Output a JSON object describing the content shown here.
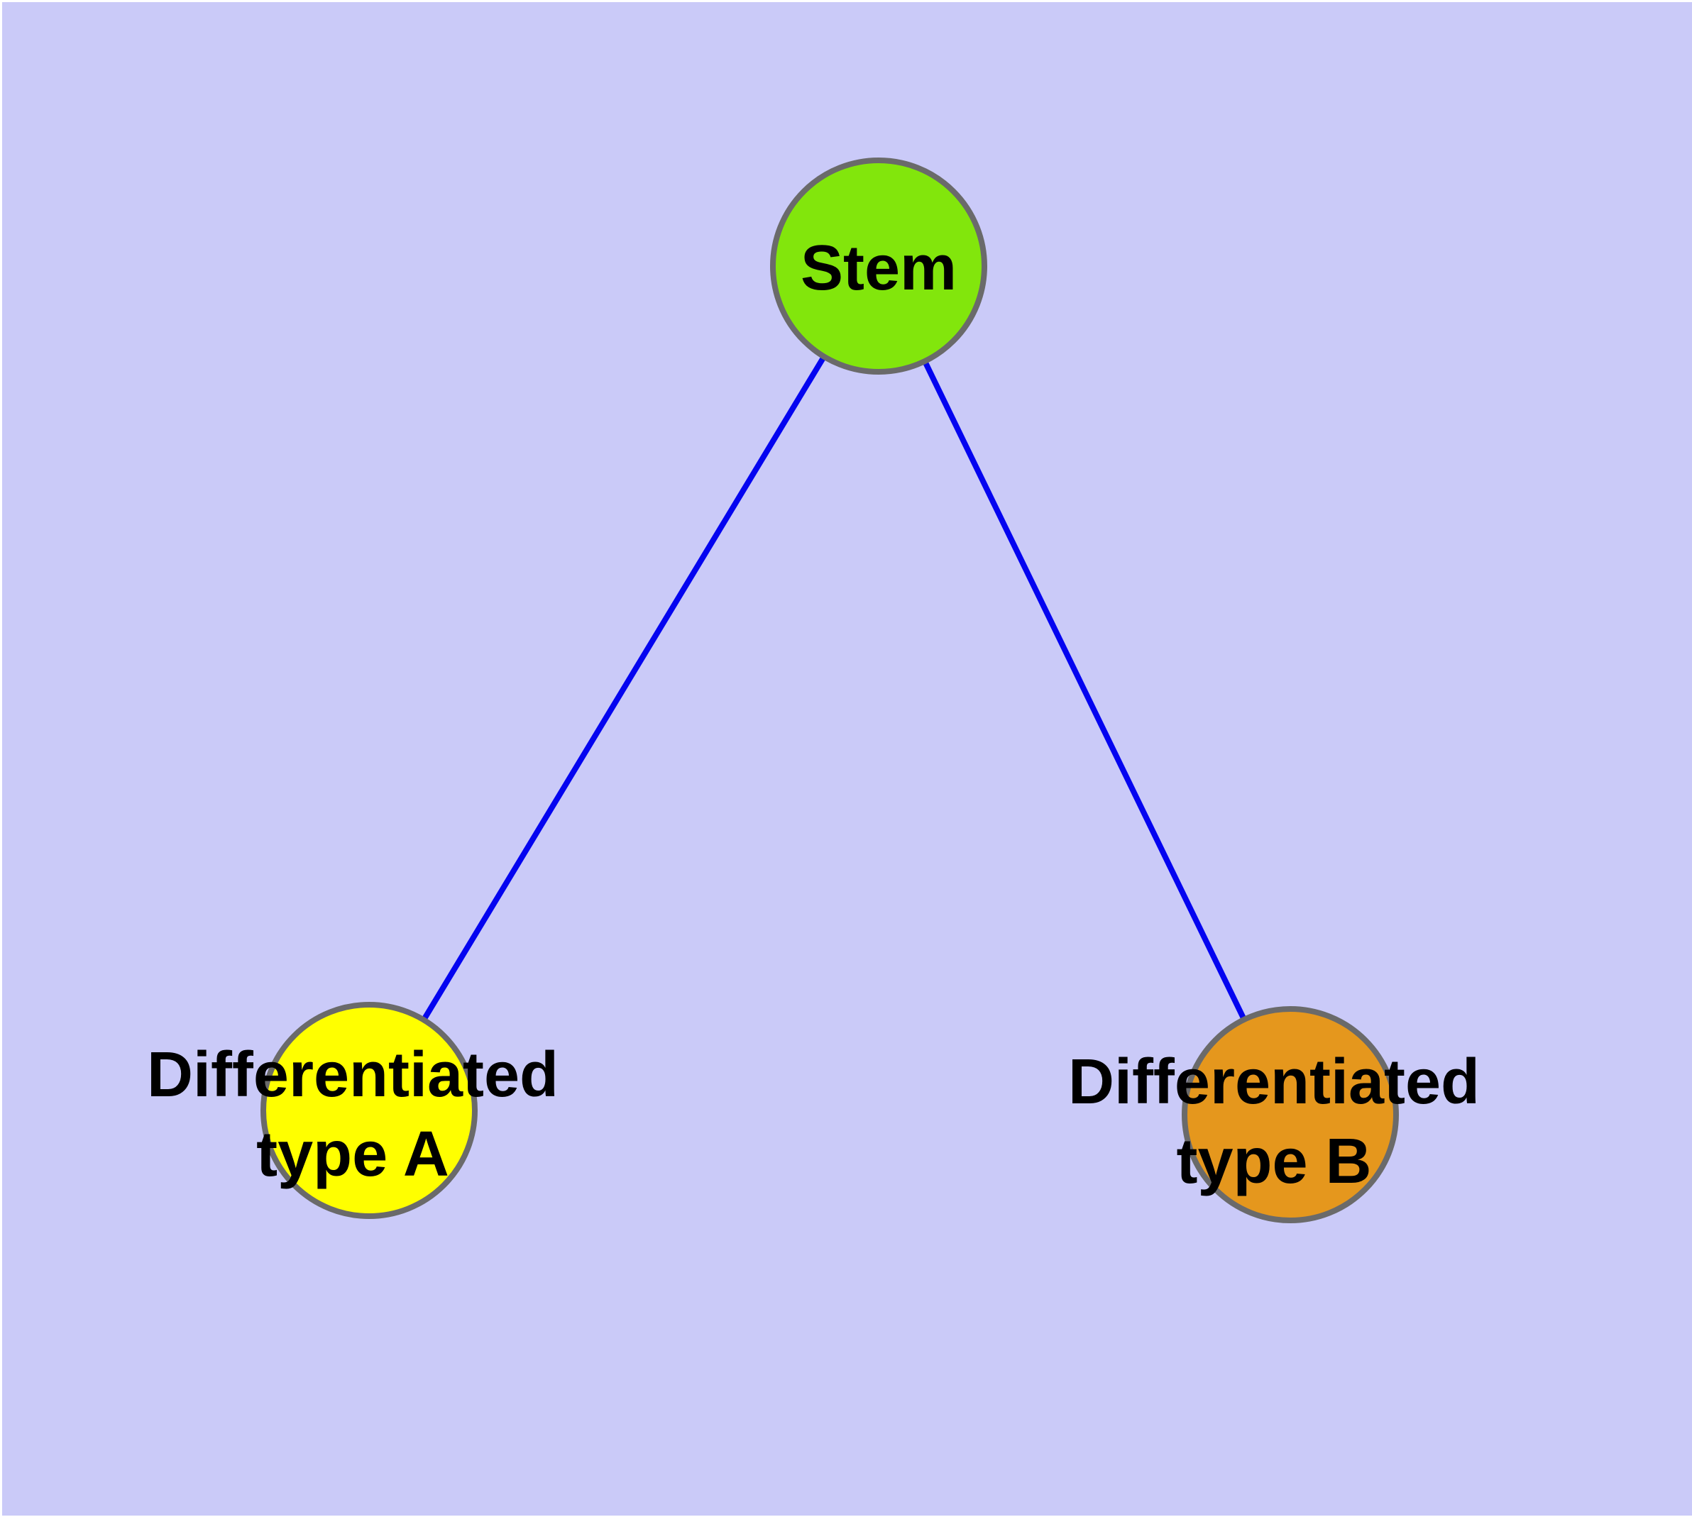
{
  "diagram": {
    "type": "graph",
    "description": "Cell differentiation lineage diagram with a stem node branching to two differentiated cell types",
    "background_color": "#CACAF8",
    "frame_color": "#FFFFFF",
    "edge_color": "#0404F0",
    "node_border_color": "#6A6A6A",
    "label_color": "#000000",
    "nodes": [
      {
        "id": "stem",
        "label": "Stem",
        "fill": "#82E60C"
      },
      {
        "id": "differentiated-type-a",
        "label": "Differentiated type A",
        "label_line1": "Differentiated",
        "label_line2": "type A",
        "fill": "#FFFF00"
      },
      {
        "id": "differentiated-type-b",
        "label": "Differentiated type B",
        "label_line1": "Differentiated",
        "label_line2": "type B",
        "fill": "#E5971D"
      }
    ],
    "edges": [
      {
        "from": "stem",
        "to": "differentiated-type-a"
      },
      {
        "from": "stem",
        "to": "differentiated-type-b"
      }
    ]
  }
}
